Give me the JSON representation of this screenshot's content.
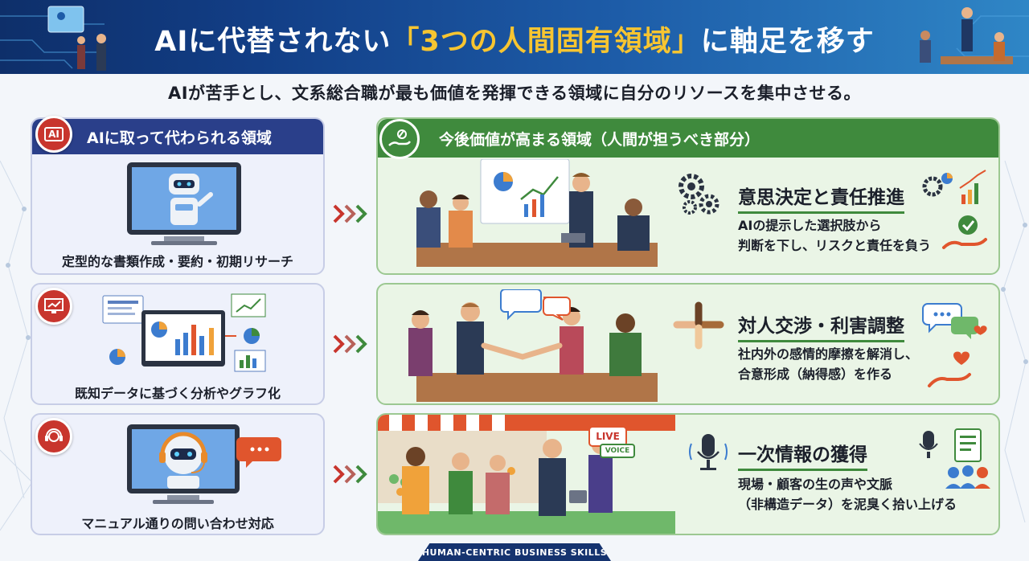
{
  "header": {
    "title_pre": "AIに代替されない",
    "title_highlight": "「3つの人間固有領域」",
    "title_post": "に軸足を移す",
    "subtitle": "AIが苦手とし、文系総合職が最も価値を発揮できる領域に自分のリソースを集中させる。"
  },
  "left": {
    "header_badge": "AI",
    "header_label": "AIに取って代わられる領域",
    "items": [
      {
        "caption": "定型的な書類作成・要約・初期リサーチ",
        "icon": "robot-monitor-icon"
      },
      {
        "caption": "既知データに基づく分析やグラフ化",
        "icon": "chart-monitor-icon"
      },
      {
        "caption": "マニュアル通りの問い合わせ対応",
        "icon": "headset-robot-icon"
      }
    ]
  },
  "right": {
    "header_label": "今後価値が高まる領域（人間が担うべき部分）",
    "items": [
      {
        "title": "意思決定と責任推進",
        "desc_line1": "AIの提示した選択肢から",
        "desc_line2": "判断を下し、リスクと責任を負う"
      },
      {
        "title": "対人交渉・利害調整",
        "desc_line1": "社内外の感情的摩擦を解消し、",
        "desc_line2": "合意形成（納得感）を作る"
      },
      {
        "title": "一次情報の獲得",
        "desc_line1": "現場・顧客の生の声や文脈",
        "desc_line2": "（非構造データ）を泥臭く拾い上げる"
      }
    ],
    "live_label": "LIVE",
    "voice_label": "VOICE"
  },
  "footer": {
    "tag": "HUMAN-CENTRIC BUSINESS SKILLS"
  },
  "colors": {
    "navy": "#2a3f8a",
    "green": "#3f8a3d",
    "red": "#c8352d",
    "gold": "#f7c531"
  }
}
